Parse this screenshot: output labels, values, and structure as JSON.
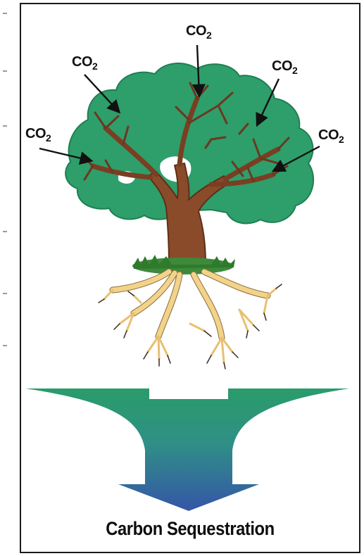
{
  "labels": {
    "co2_main": "CO",
    "co2_sub": "2"
  },
  "caption": "Carbon Sequestration",
  "colors": {
    "canopy": "#2e9e6b",
    "canopy_dark": "#1f7f52",
    "trunk": "#8a4b2a",
    "trunk_dark": "#5e2f18",
    "roots": "#f2d38a",
    "grass": "#3d8a3a",
    "arrow_top": "#2a9c6a",
    "arrow_bottom": "#3556a8"
  }
}
